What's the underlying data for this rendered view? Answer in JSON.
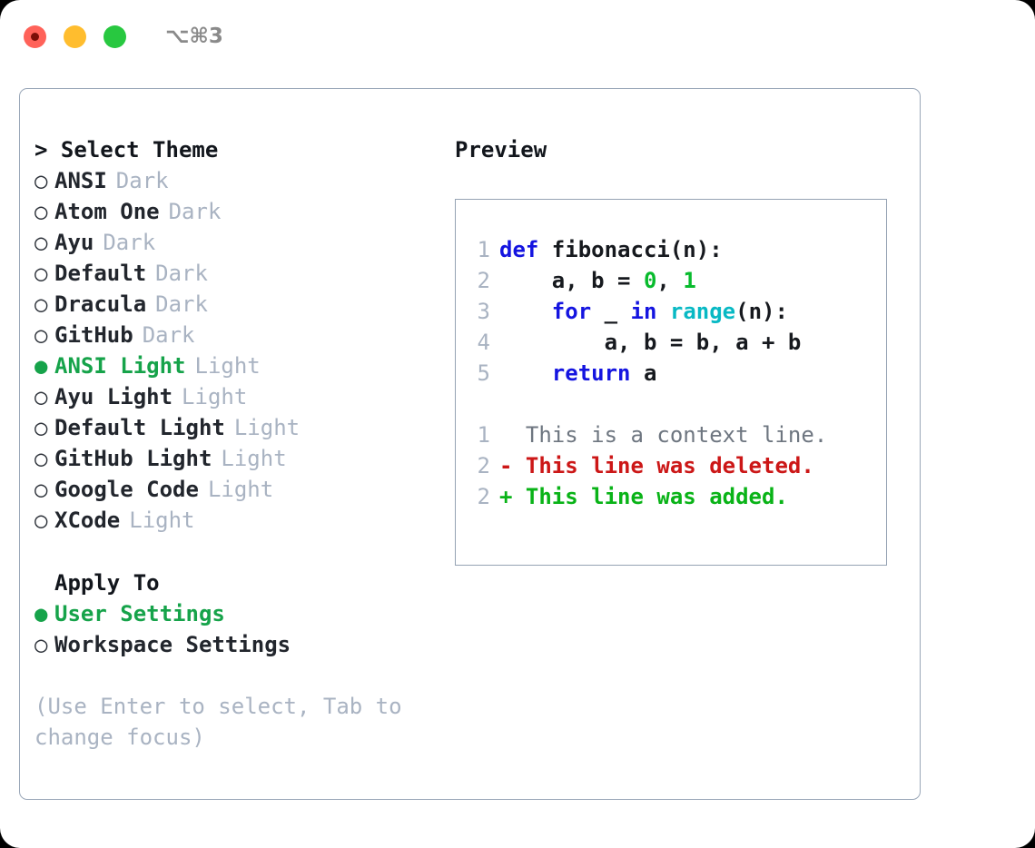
{
  "window": {
    "shortcut_label": "⌥⌘3",
    "controls": [
      {
        "name": "close",
        "color": "#ff6259"
      },
      {
        "name": "minimize",
        "color": "#ffbd2e"
      },
      {
        "name": "maximize",
        "color": "#28c840"
      }
    ]
  },
  "theme_panel": {
    "heading": "> Select Theme",
    "bullet_selected": "●",
    "bullet_unselected": "○",
    "options": [
      {
        "label": "ANSI",
        "tag": "Dark",
        "selected": false
      },
      {
        "label": "Atom One",
        "tag": "Dark",
        "selected": false
      },
      {
        "label": "Ayu",
        "tag": "Dark",
        "selected": false
      },
      {
        "label": "Default",
        "tag": "Dark",
        "selected": false
      },
      {
        "label": "Dracula",
        "tag": "Dark",
        "selected": false
      },
      {
        "label": "GitHub",
        "tag": "Dark",
        "selected": false
      },
      {
        "label": "ANSI Light",
        "tag": "Light",
        "selected": true
      },
      {
        "label": "Ayu Light",
        "tag": "Light",
        "selected": false
      },
      {
        "label": "Default Light",
        "tag": "Light",
        "selected": false
      },
      {
        "label": "GitHub Light",
        "tag": "Light",
        "selected": false
      },
      {
        "label": "Google Code",
        "tag": "Light",
        "selected": false
      },
      {
        "label": "XCode",
        "tag": "Light",
        "selected": false
      }
    ]
  },
  "apply_to": {
    "heading": "Apply To",
    "options": [
      {
        "label": "User Settings",
        "selected": true
      },
      {
        "label": "Workspace Settings",
        "selected": false
      }
    ]
  },
  "hint": "(Use Enter to select, Tab to change focus)",
  "preview": {
    "heading": "Preview",
    "code_lines": [
      {
        "num": "1",
        "tokens": [
          {
            "text": "def",
            "type": "kw"
          },
          {
            "text": " fibonacci(n):",
            "type": "plain"
          }
        ]
      },
      {
        "num": "2",
        "tokens": [
          {
            "text": "    a, b = ",
            "type": "plain"
          },
          {
            "text": "0",
            "type": "num"
          },
          {
            "text": ", ",
            "type": "plain"
          },
          {
            "text": "1",
            "type": "num"
          }
        ]
      },
      {
        "num": "3",
        "tokens": [
          {
            "text": "    ",
            "type": "plain"
          },
          {
            "text": "for",
            "type": "kw"
          },
          {
            "text": " _ ",
            "type": "plain"
          },
          {
            "text": "in",
            "type": "kw"
          },
          {
            "text": " ",
            "type": "plain"
          },
          {
            "text": "range",
            "type": "fn"
          },
          {
            "text": "(n):",
            "type": "plain"
          }
        ]
      },
      {
        "num": "4",
        "tokens": [
          {
            "text": "        a, b = b, a + b",
            "type": "plain"
          }
        ]
      },
      {
        "num": "5",
        "tokens": [
          {
            "text": "    ",
            "type": "plain"
          },
          {
            "text": "return",
            "type": "kw"
          },
          {
            "text": " a",
            "type": "plain"
          }
        ]
      }
    ],
    "diff_lines": [
      {
        "num": "1",
        "marker": "  ",
        "text": "This is a context line.",
        "kind": "context"
      },
      {
        "num": "2",
        "marker": "- ",
        "text": "This line was deleted.",
        "kind": "deleted"
      },
      {
        "num": "2",
        "marker": "+ ",
        "text": "This line was added.",
        "kind": "added"
      }
    ]
  },
  "colors": {
    "accent_green": "#16a34a",
    "tag_gray": "#a9b3c2",
    "border": "#9aa7b8",
    "keyword_blue": "#1414e0",
    "function_cyan": "#08b9c4",
    "number_green": "#08bb2d",
    "diff_deleted_red": "#cc1717",
    "diff_added_green": "#09b317"
  }
}
